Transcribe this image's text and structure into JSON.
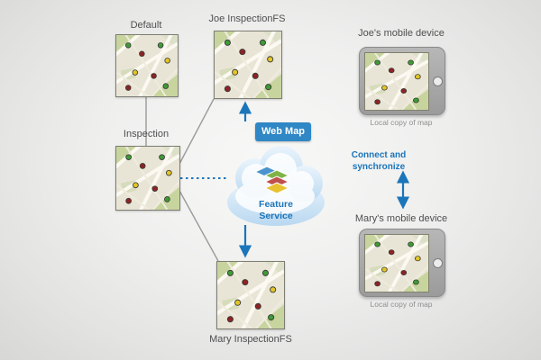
{
  "maps": {
    "default_label": "Default",
    "joe_label": "Joe InspectionFS",
    "inspection_label": "Inspection",
    "mary_label": "Mary InspectionFS"
  },
  "cloud": {
    "web_map_badge": "Web Map",
    "feature_service_line1": "Feature",
    "feature_service_line2": "Service"
  },
  "sync_label": {
    "line1": "Connect and",
    "line2": "synchronize"
  },
  "devices": {
    "joe_label": "Joe's mobile device",
    "joe_caption": "Local copy of map",
    "mary_label": "Mary's mobile device",
    "mary_caption": "Local copy of map"
  },
  "colors": {
    "accent_blue": "#1b75bb",
    "badge_blue": "#2f87c5",
    "connector_gray": "#9a9a9a",
    "map_dot_green": "#3e9b35",
    "map_dot_maroon": "#8e2323",
    "map_dot_yellow": "#e3c525"
  }
}
